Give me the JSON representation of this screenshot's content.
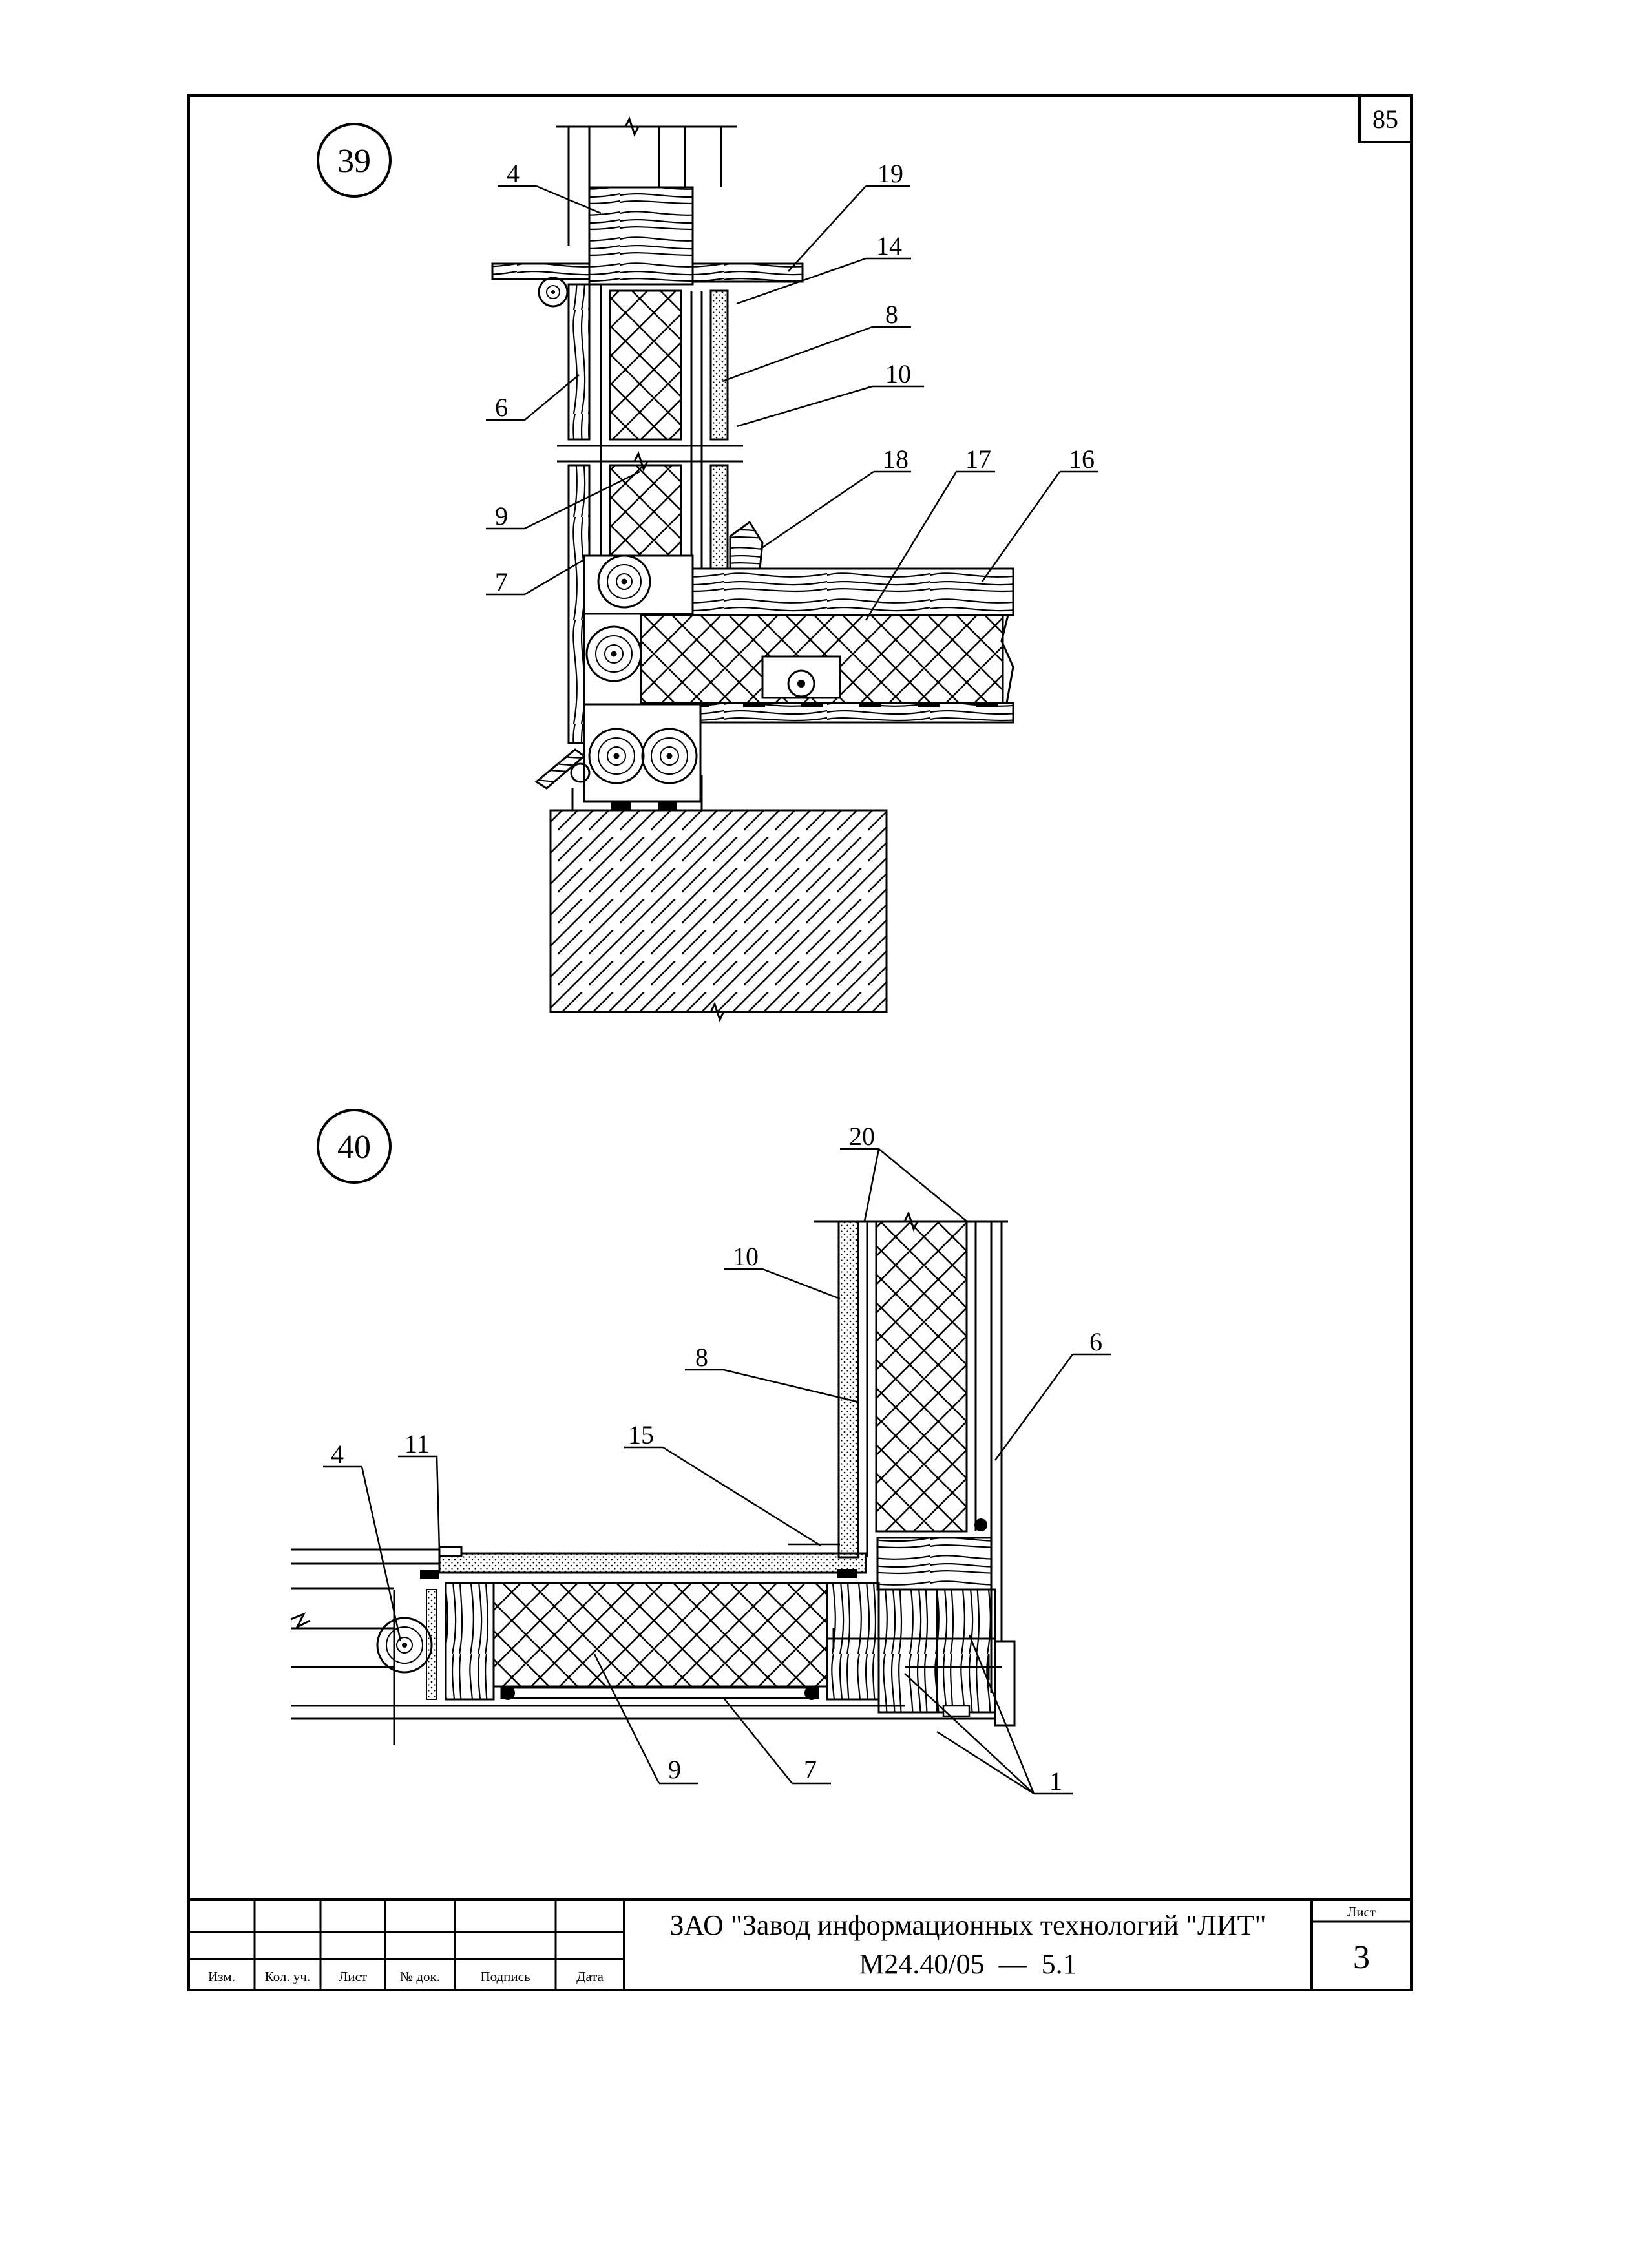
{
  "page_number": "85",
  "details": {
    "d39": {
      "number": "39",
      "callouts": {
        "c4": "4",
        "c19": "19",
        "c14": "14",
        "c8": "8",
        "c10": "10",
        "c6": "6",
        "c9": "9",
        "c18": "18",
        "c17": "17",
        "c16": "16",
        "c7": "7"
      }
    },
    "d40": {
      "number": "40",
      "callouts": {
        "c20": "20",
        "c10": "10",
        "c8": "8",
        "c6": "6",
        "c11": "11",
        "c4": "4",
        "c15": "15",
        "c9": "9",
        "c7": "7",
        "c1": "1"
      }
    }
  },
  "title_block": {
    "organization": "ЗАО \"Завод информационных технологий \"ЛИТ\"",
    "document_code": "М24.40/05  —  5.1",
    "sheet_label": "Лист",
    "sheet_number": "3",
    "columns": [
      "Изм.",
      "Кол. уч.",
      "Лист",
      "№ док.",
      "Подпись",
      "Дата"
    ]
  },
  "colors": {
    "line": "#000000",
    "paper": "#ffffff"
  }
}
